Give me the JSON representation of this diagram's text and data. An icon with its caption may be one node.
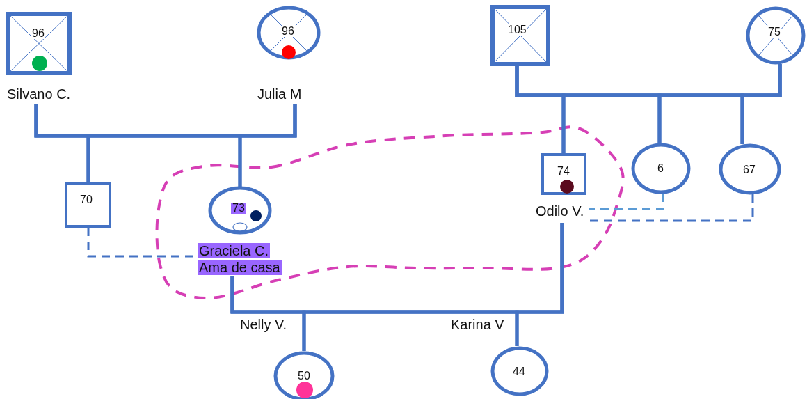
{
  "diagram": {
    "nodes": [
      {
        "text": [
          "96"
        ],
        "beside": [
          "Silvano C."
        ]
      },
      {
        "text": [
          "96"
        ],
        "beside": [
          "Julia M"
        ]
      },
      {
        "text": [
          "105"
        ]
      },
      {
        "text": [
          "75"
        ]
      },
      {
        "text": [
          "70"
        ]
      },
      {
        "text": [
          "73"
        ],
        "beside": [
          "Graciela C.",
          "Ama de casa"
        ]
      },
      {
        "text": [
          "74"
        ],
        "beside": [
          "Odilo V."
        ]
      },
      {
        "text": [
          "6"
        ]
      },
      {
        "text": [
          "67"
        ]
      },
      {
        "text": [
          "50"
        ],
        "beside": [
          "Nelly V."
        ]
      },
      {
        "text": [
          "44"
        ],
        "beside": [
          "Karina V"
        ]
      }
    ],
    "edges": [
      {
        "from": 0,
        "to": 1,
        "arrow": "none"
      },
      {
        "from": 0,
        "to": 4,
        "arrow": "none"
      },
      {
        "from": 1,
        "to": 4,
        "arrow": "none"
      },
      {
        "from": 0,
        "to": 5,
        "arrow": "none"
      },
      {
        "from": 1,
        "to": 5,
        "arrow": "none"
      },
      {
        "from": 2,
        "to": 3,
        "arrow": "none"
      },
      {
        "from": 2,
        "to": 6,
        "arrow": "none"
      },
      {
        "from": 3,
        "to": 6,
        "arrow": "none"
      },
      {
        "from": 2,
        "to": 7,
        "arrow": "none"
      },
      {
        "from": 3,
        "to": 7,
        "arrow": "none"
      },
      {
        "from": 2,
        "to": 8,
        "arrow": "none"
      },
      {
        "from": 3,
        "to": 8,
        "arrow": "none"
      },
      {
        "from": 5,
        "to": 6,
        "arrow": "none"
      },
      {
        "from": 5,
        "to": 9,
        "arrow": "none"
      },
      {
        "from": 6,
        "to": 9,
        "arrow": "none"
      },
      {
        "from": 5,
        "to": 10,
        "arrow": "none"
      },
      {
        "from": 6,
        "to": 10,
        "arrow": "none"
      },
      {
        "from": 4,
        "to": 5,
        "arrow": "none",
        "style": "dashed"
      },
      {
        "from": 7,
        "to": 6,
        "arrow": "none",
        "style": "dashed",
        "color": "#5b9bd5"
      },
      {
        "from": 8,
        "to": 6,
        "arrow": "none",
        "style": "dashed"
      }
    ]
  }
}
